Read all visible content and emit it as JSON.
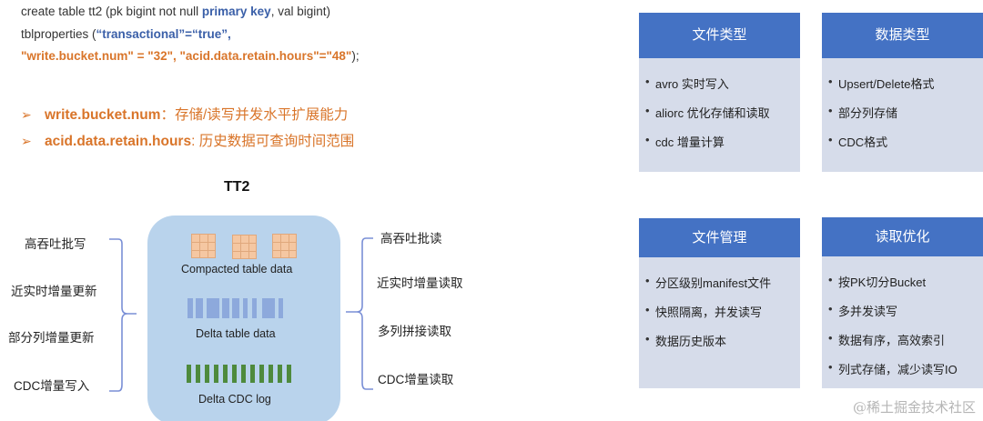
{
  "code": {
    "line1": {
      "prefix": "create table tt2 (pk bigint not null ",
      "keyword": "primary key",
      "suffix": ", val bigint)"
    },
    "line2": {
      "prefix": "tblproperties (",
      "props": "“transactional”=“true”,"
    },
    "line3": {
      "props": "\"write.bucket.num\" = \"32\", \"acid.data.retain.hours\"=\"48\"",
      "suffix": ");"
    }
  },
  "bullets": [
    {
      "arrow": "➢",
      "key": "write.bucket.num",
      "sep": "：",
      "desc": "存储/读写并发水平扩展能力"
    },
    {
      "arrow": "➢",
      "key": "acid.data.retain.hours",
      "sep": ": ",
      "desc": "历史数据可查询时间范围"
    }
  ],
  "diagram": {
    "title": "TT2",
    "write_features": [
      "高吞吐批写",
      "近实时增量更新",
      "部分列增量更新",
      "CDC增量写入"
    ],
    "read_features": [
      "高吞吐批读",
      "近实时增量读取",
      "多列拼接读取",
      "CDC增量读取"
    ],
    "layers": [
      {
        "label": "Compacted table data",
        "icon": "grid-blocks",
        "color": "#f5c7a2"
      },
      {
        "label": "Delta table data",
        "icon": "delta-bars",
        "color": "#8da9dc"
      },
      {
        "label": "Delta CDC log",
        "icon": "cdc-bars",
        "color": "#4e8a3c"
      }
    ],
    "box_color": "#b9d3ec",
    "brace_color": "#7a8fd6"
  },
  "cards": [
    {
      "title": "文件类型",
      "items": [
        "avro 实时写入",
        "aliorc 优化存储和读取",
        "cdc 增量计算"
      ]
    },
    {
      "title": "数据类型",
      "items": [
        "Upsert/Delete格式",
        "部分列存储",
        "CDC格式"
      ]
    },
    {
      "title": "文件管理",
      "items": [
        "分区级别manifest文件",
        "快照隔离，并发读写",
        "数据历史版本"
      ]
    },
    {
      "title": "读取优化",
      "items": [
        "按PK切分Bucket",
        "多并发读写",
        "数据有序，高效索引",
        "列式存储，减少读写IO"
      ]
    }
  ],
  "colors": {
    "header_blue": "#4472c4",
    "card_body": "#d6dcea",
    "orange": "#d9752a",
    "code_blue": "#3a5fa8"
  },
  "watermark": "@稀土掘金技术社区"
}
